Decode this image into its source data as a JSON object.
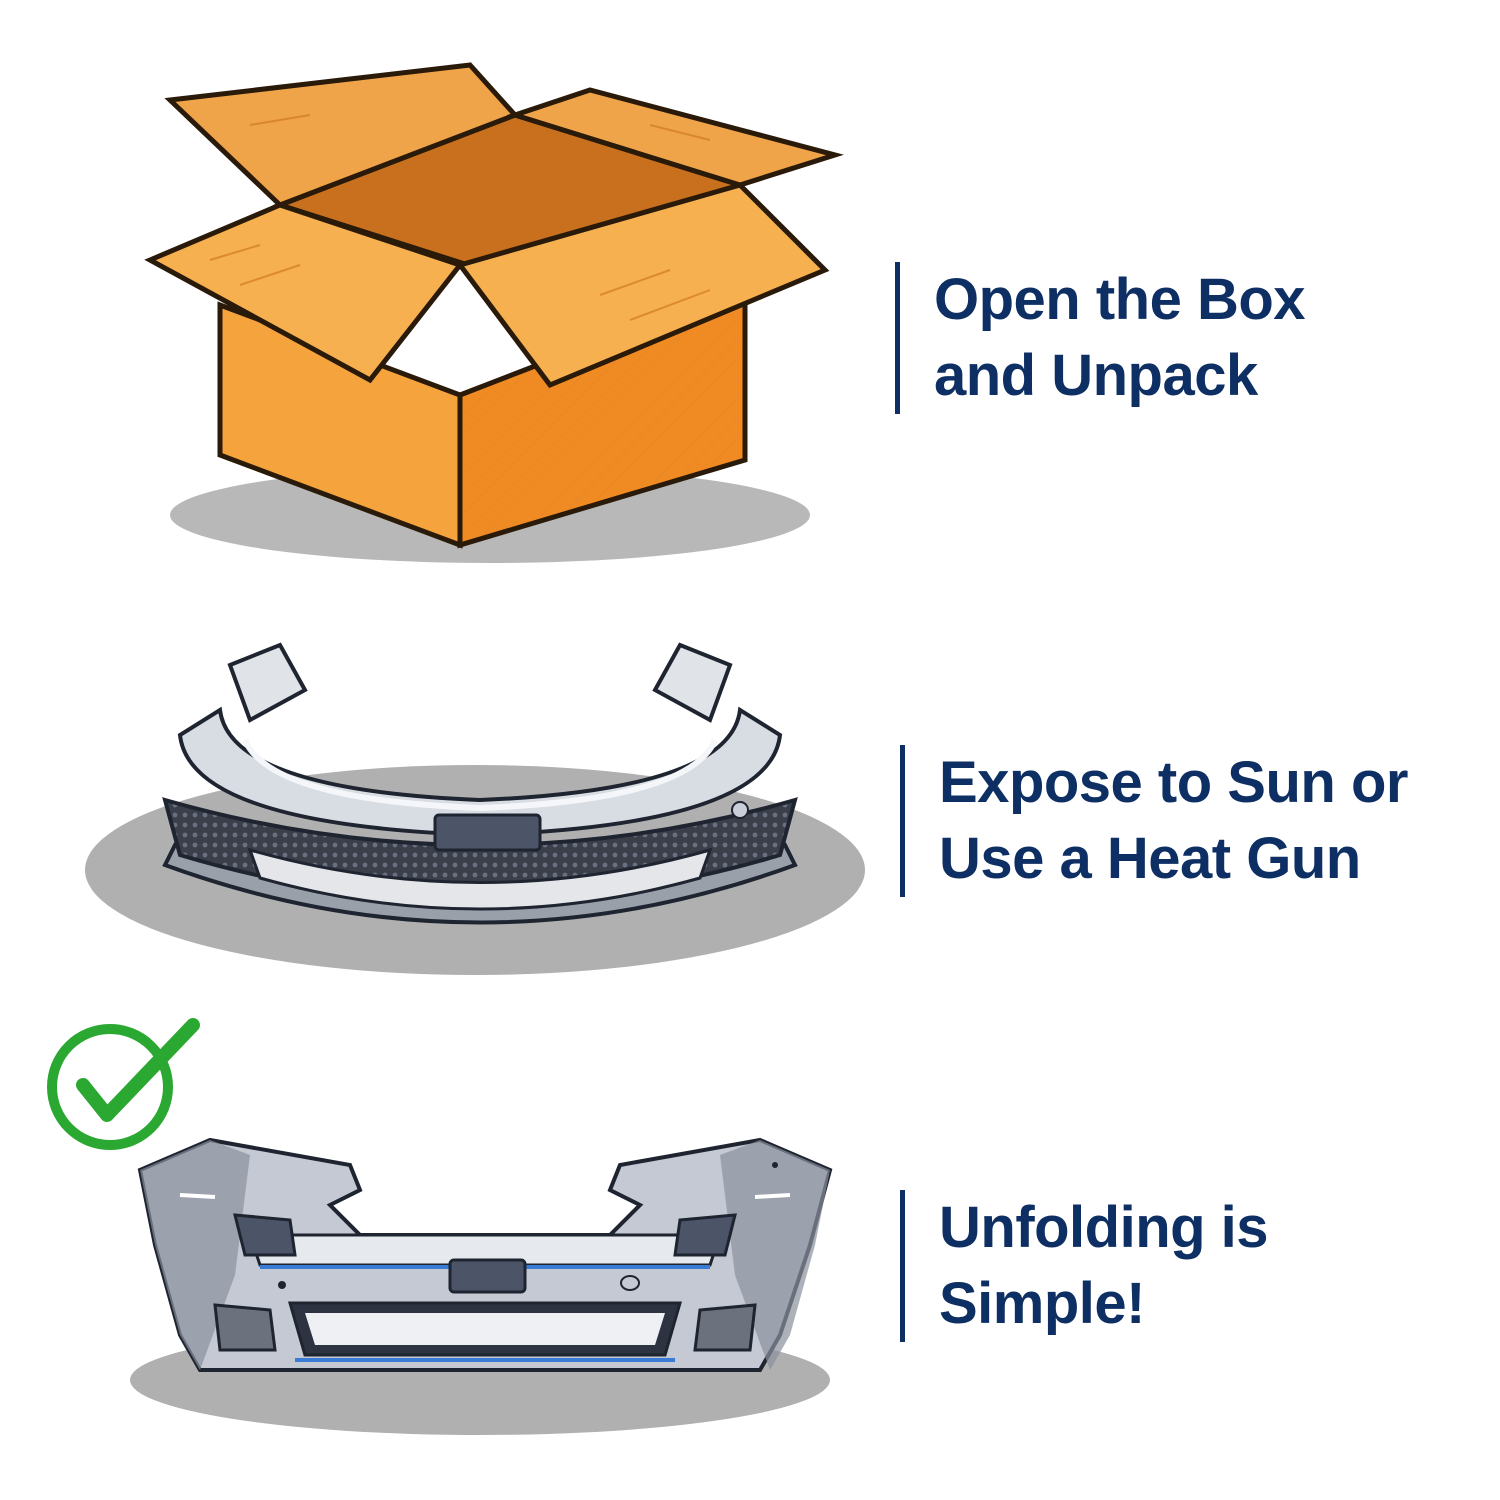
{
  "steps": [
    {
      "icon": "cardboard-box-icon",
      "line1": "Open the Box",
      "line2": "and Unpack"
    },
    {
      "icon": "folded-bumper-icon",
      "line1": "Expose to Sun or",
      "line2": "Use a Heat Gun"
    },
    {
      "icon": "unfolded-bumper-icon",
      "line1": "Unfolding is",
      "line2": "Simple!"
    }
  ],
  "colors": {
    "caption_text": "#0e2f63",
    "box_orange": "#f5a33c",
    "checkmark_green": "#2aa832",
    "bumper_silver": "#c9ced8",
    "bumper_trim_blue": "#3a7bd5"
  },
  "check_icon": "checkmark-icon"
}
